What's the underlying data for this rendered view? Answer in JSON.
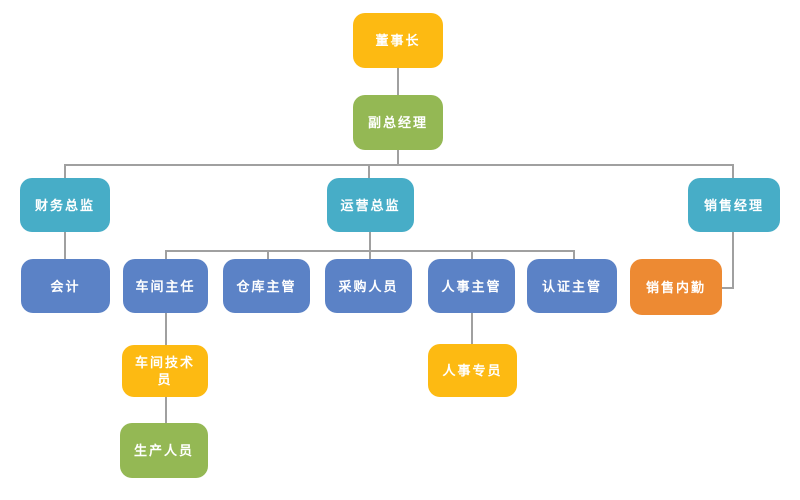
{
  "diagram": {
    "type": "org-chart",
    "palette": {
      "yellow": "#FDBA12",
      "green": "#94B854",
      "teal": "#47ADC7",
      "blue": "#5B82C6",
      "orange": "#ED8A33",
      "connector": "#A0A0A0",
      "text": "#FFFFFF",
      "background": "#FFFFFF"
    },
    "nodes": [
      {
        "id": "chairman",
        "label": "董事长",
        "color": "yellow",
        "parent": null
      },
      {
        "id": "deputy-general-manager",
        "label": "副总经理",
        "color": "green",
        "parent": "chairman"
      },
      {
        "id": "finance-director",
        "label": "财务总监",
        "color": "teal",
        "parent": "deputy-general-manager"
      },
      {
        "id": "operations-director",
        "label": "运营总监",
        "color": "teal",
        "parent": "deputy-general-manager"
      },
      {
        "id": "sales-manager",
        "label": "销售经理",
        "color": "teal",
        "parent": "deputy-general-manager"
      },
      {
        "id": "accountant",
        "label": "会计",
        "color": "blue",
        "parent": "finance-director"
      },
      {
        "id": "workshop-director",
        "label": "车间主任",
        "color": "blue",
        "parent": "operations-director"
      },
      {
        "id": "warehouse-supervisor",
        "label": "仓库主管",
        "color": "blue",
        "parent": "operations-director"
      },
      {
        "id": "purchasing-staff",
        "label": "采购人员",
        "color": "blue",
        "parent": "operations-director"
      },
      {
        "id": "hr-supervisor",
        "label": "人事主管",
        "color": "blue",
        "parent": "operations-director"
      },
      {
        "id": "certification-supervisor",
        "label": "认证主管",
        "color": "blue",
        "parent": "operations-director"
      },
      {
        "id": "sales-office-clerk",
        "label": "销售内勤",
        "color": "orange",
        "parent": "sales-manager"
      },
      {
        "id": "workshop-technician",
        "label": "车间技术员",
        "color": "yellow",
        "parent": "workshop-director"
      },
      {
        "id": "hr-specialist",
        "label": "人事专员",
        "color": "yellow",
        "parent": "hr-supervisor"
      },
      {
        "id": "production-staff",
        "label": "生产人员",
        "color": "green",
        "parent": "workshop-technician"
      }
    ]
  }
}
